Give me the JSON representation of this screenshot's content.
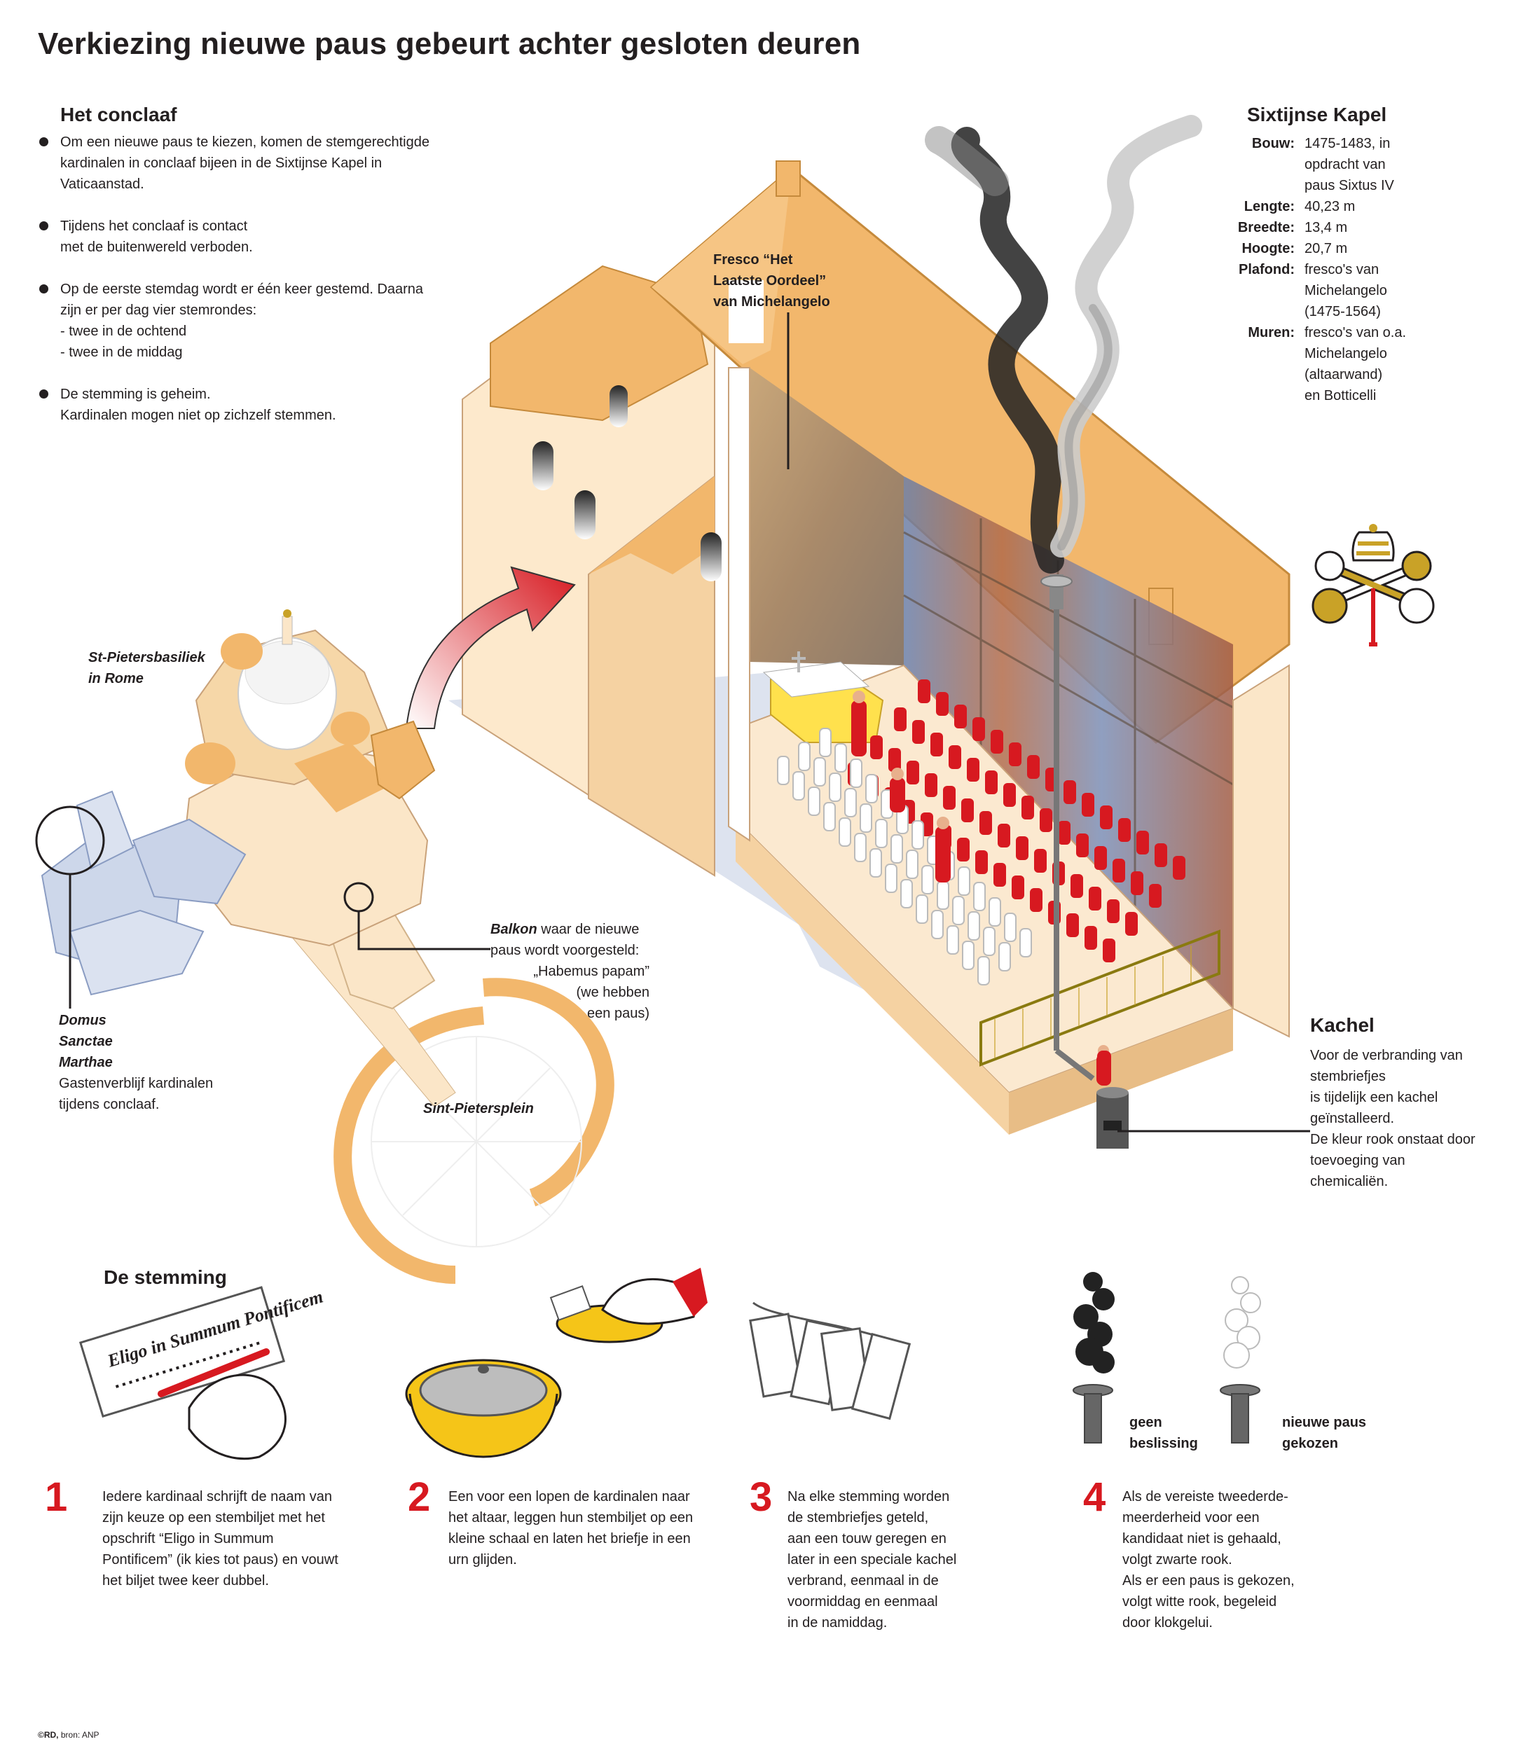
{
  "title": "Verkiezing nieuwe paus gebeurt achter gesloten deuren",
  "conclaaf": {
    "heading": "Het conclaaf",
    "bullets": [
      [
        "Om een nieuwe paus te kiezen, komen de stemgerechtigde",
        "kardinalen in conclaaf bijeen in de Sixtijnse Kapel in",
        "Vaticaanstad."
      ],
      [
        "Tijdens het conclaaf is contact",
        "met de buitenwereld verboden."
      ],
      [
        "Op de eerste stemdag wordt er één keer gestemd. Daarna",
        "zijn er per dag vier stemrondes:",
        "- twee in de ochtend",
        "- twee in de middag"
      ],
      [
        "De stemming is geheim.",
        "Kardinalen mogen niet op zichzelf stemmen."
      ]
    ]
  },
  "kapel": {
    "heading": "Sixtijnse Kapel",
    "facts": [
      {
        "key": "Bouw:",
        "lines": [
          "1475-1483, in",
          "opdracht van",
          "paus Sixtus IV"
        ]
      },
      {
        "key": "Lengte:",
        "lines": [
          "40,23 m"
        ]
      },
      {
        "key": "Breedte:",
        "lines": [
          "13,4 m"
        ]
      },
      {
        "key": "Hoogte:",
        "lines": [
          "20,7 m"
        ]
      },
      {
        "key": "Plafond:",
        "lines": [
          "fresco's van",
          "Michelangelo",
          "(1475-1564)"
        ]
      },
      {
        "key": "Muren:",
        "lines": [
          "fresco's van o.a.",
          "Michelangelo",
          "(altaarwand)",
          "en Botticelli"
        ]
      }
    ]
  },
  "labels": {
    "fresco": [
      "Fresco “Het",
      "Laatste Oordeel”",
      "van Michelangelo"
    ],
    "basiliek": [
      "St-Pietersbasiliek",
      "in Rome"
    ],
    "balkon_bold": "Balkon",
    "balkon_rest": " waar de nieuwe",
    "balkon_lines": [
      "paus wordt voorgesteld:",
      "„Habemus papam”",
      "(we hebben",
      "een paus)"
    ],
    "domus": [
      "Domus",
      "Sanctae",
      "Marthae"
    ],
    "domus_desc": [
      "Gastenverblijf kardinalen",
      "tijdens conclaaf."
    ],
    "plein": "Sint-Pietersplein",
    "kachel_heading": "Kachel",
    "kachel_desc": [
      "Voor de verbranding van",
      "stembriefjes",
      "is tijdelijk een kachel",
      "geïnstalleerd.",
      "De kleur rook onstaat door",
      "toevoeging van",
      "chemicaliën."
    ]
  },
  "stemming": {
    "heading": "De stemming",
    "ballot_text": "Eligo in Summum Pontificem",
    "smoke_black": [
      "geen",
      "beslissing"
    ],
    "smoke_white": [
      "nieuwe paus",
      "gekozen"
    ],
    "steps": [
      {
        "num": "1",
        "lines": [
          "Iedere kardinaal schrijft de naam van",
          "zijn keuze op een stembiljet met het",
          "opschrift  “Eligo in Summum",
          "Pontificem” (ik kies tot paus) en vouwt",
          "het biljet twee keer dubbel."
        ]
      },
      {
        "num": "2",
        "lines": [
          "Een voor een lopen de kardinalen naar",
          "het altaar, leggen hun stembiljet op een",
          "kleine schaal en laten het briefje in een",
          "urn glijden."
        ]
      },
      {
        "num": "3",
        "lines": [
          "Na elke stemming worden",
          "de stembriefjes geteld,",
          "aan een touw geregen en",
          "later in een speciale kachel",
          "verbrand, eenmaal in de",
          "voormiddag en eenmaal",
          "in de namiddag."
        ]
      },
      {
        "num": "4",
        "lines": [
          "Als de vereiste tweederde-",
          "meerderheid voor een",
          "kandidaat niet is gehaald,",
          "volgt zwarte rook.",
          "Als er een paus is gekozen,",
          "volgt witte rook, begeleid",
          "door klokgelui."
        ]
      }
    ]
  },
  "credit_bold": "©RD,",
  "credit_rest": " bron: ANP",
  "colors": {
    "roof": "#f2b76c",
    "wall": "#fbe6c8",
    "red": "#d71920",
    "accent": "#c9a227"
  }
}
